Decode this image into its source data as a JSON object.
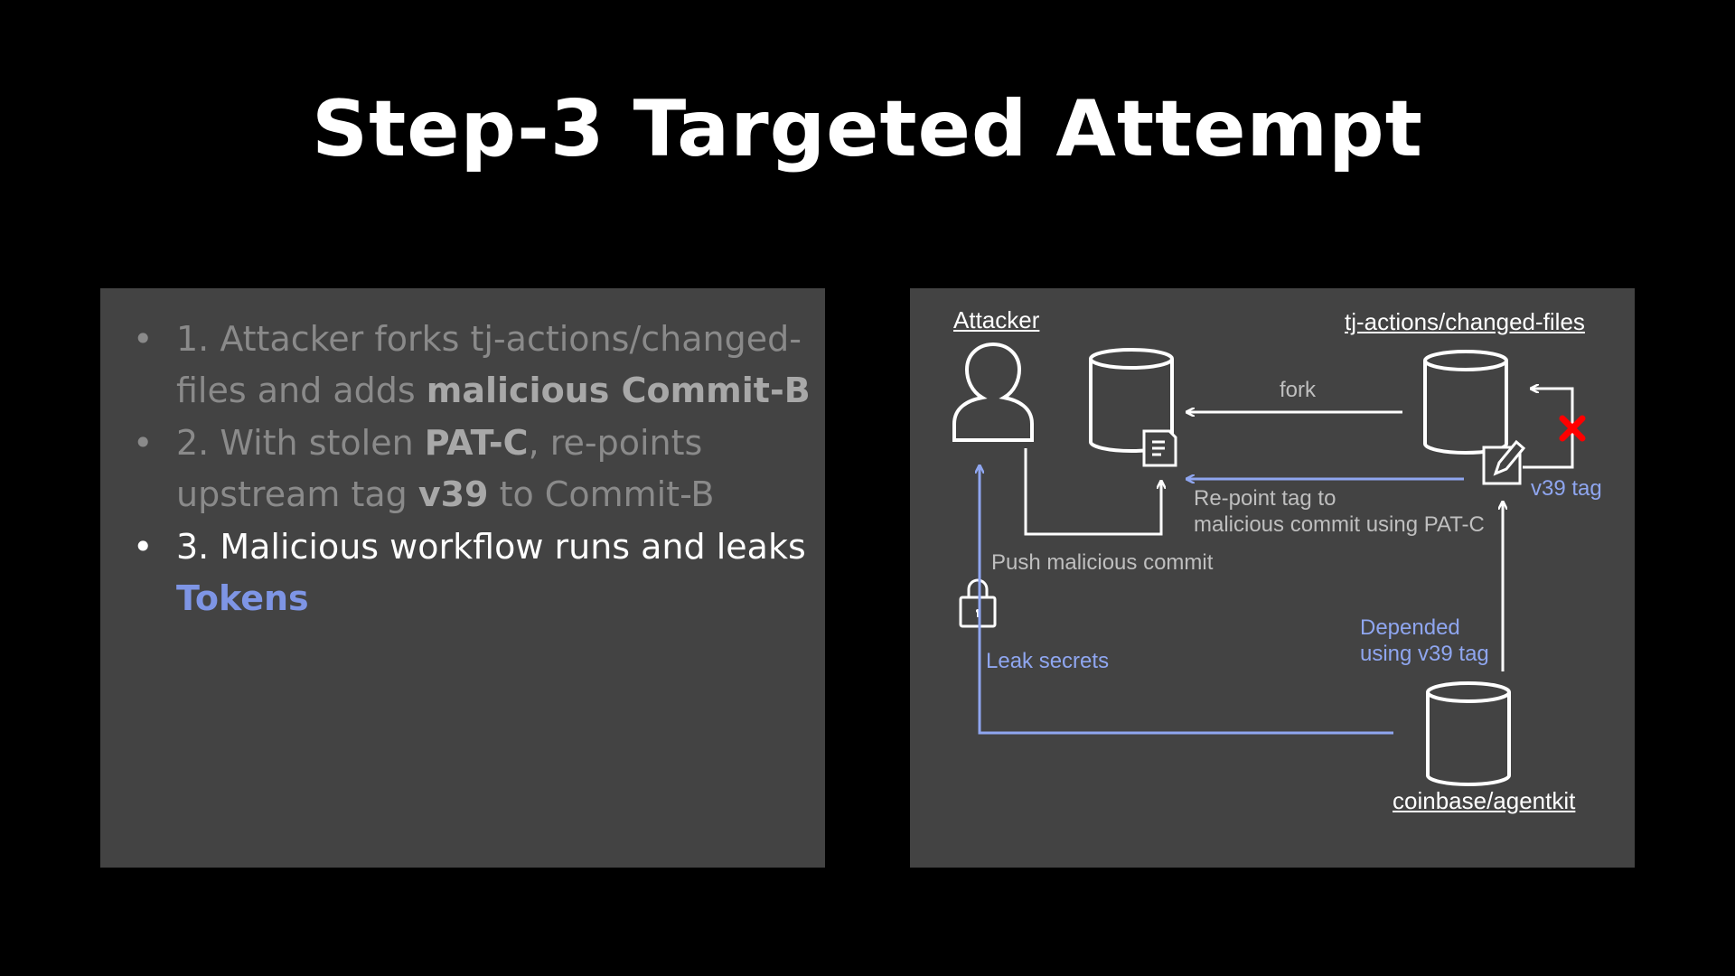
{
  "slide": {
    "title": "Step-3 Targeted Attempt"
  },
  "bullets": [
    {
      "marker": "•",
      "parts": [
        "1. Attacker forks tj-actions/changed-files and adds ",
        "malicious Commit-B"
      ],
      "active": false
    },
    {
      "marker": "•",
      "parts": [
        "2. With stolen ",
        "PAT-C",
        ", re-points upstream tag ",
        "v39",
        " to Commit-B"
      ],
      "active": false
    },
    {
      "marker": "•",
      "parts": [
        "3. Malicious workflow runs and leaks ",
        "Tokens"
      ],
      "active": true
    }
  ],
  "diagram": {
    "nodes": {
      "attacker": "Attacker",
      "upstream_repo": "tj-actions/changed-files",
      "downstream_repo": "coinbase/agentkit"
    },
    "edges": {
      "fork": "fork",
      "repoint_line1": "Re-point tag to",
      "repoint_line2": "malicious commit using PAT-C",
      "v39_tag": "v39 tag",
      "push": "Push malicious commit",
      "depended_line1": "Depended",
      "depended_line2": "using v39 tag",
      "leak": "Leak secrets"
    },
    "icons": {
      "attacker": "user-icon",
      "fork_repo": "database-icon",
      "fork_doc": "document-icon",
      "upstream_repo": "database-icon",
      "upstream_edit": "edit-icon",
      "blocked": "red-x-icon",
      "lock": "lock-icon",
      "downstream_repo": "database-icon"
    },
    "colors": {
      "background": "#434343",
      "line_white": "#ffffff",
      "line_blue": "#8fa6f0",
      "blocked_red": "#ff0000",
      "label_gray": "#bfbfbf"
    }
  }
}
